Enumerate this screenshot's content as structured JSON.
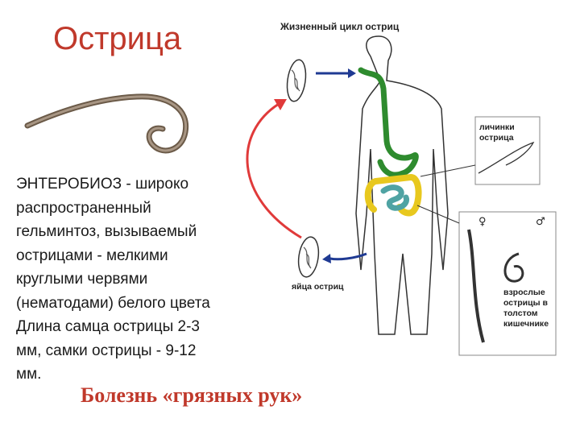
{
  "title": "Острица",
  "description": "ЭНТЕРОБИОЗ - широко\nраспространенный\nгельминтоз, вызываемый\nострицами - мелкими\nкруглыми червями\n(нематодами) белого цвета\nДлина самца острицы 2-3\nмм, самки острицы - 9-12\nмм.",
  "footer": "Болезнь «грязных рук»",
  "diagram": {
    "title": "Жизненный цикл остриц",
    "larvae_label": "личинки\nострица",
    "eggs_label": "яйца остриц",
    "adults_label": "взрослые\nострицы в\nтолстом\nкишечнике",
    "female_symbol": "♀",
    "male_symbol": "♂"
  },
  "colors": {
    "accent_red": "#c0392b",
    "arrow_red": "#e03a3a",
    "arrow_blue": "#1f3a93",
    "esophagus_green": "#2e8b2e",
    "colon_yellow": "#e8c81e",
    "small_intestine_teal": "#4fa3a3"
  }
}
